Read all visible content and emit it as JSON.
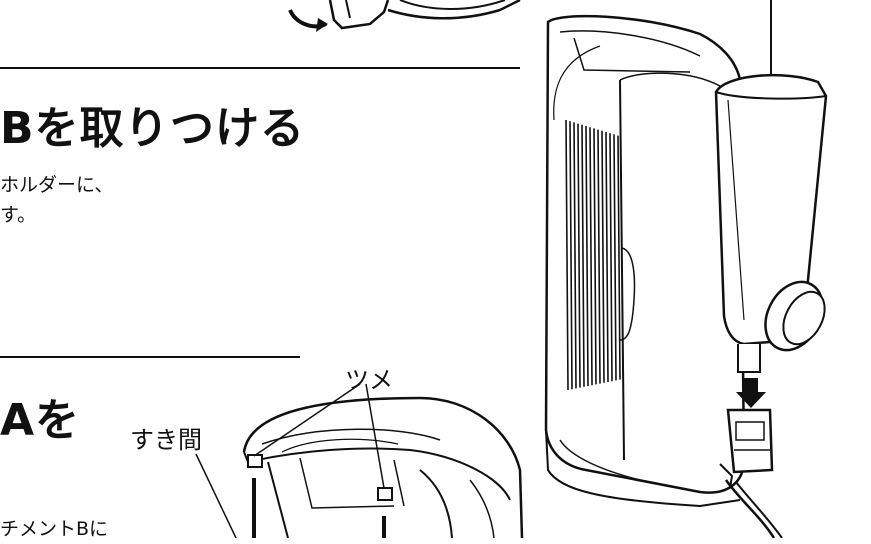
{
  "section_b": {
    "heading": "Bを取りつける",
    "line1": "ホルダーに、",
    "line2": "す。"
  },
  "section_a": {
    "heading": "Aを",
    "bottom_text": "チメントBに"
  },
  "labels": {
    "tsume": "ツメ",
    "sukima": "すき間"
  },
  "icons": [
    "rotate-arrow-icon",
    "down-arrow-icon"
  ]
}
